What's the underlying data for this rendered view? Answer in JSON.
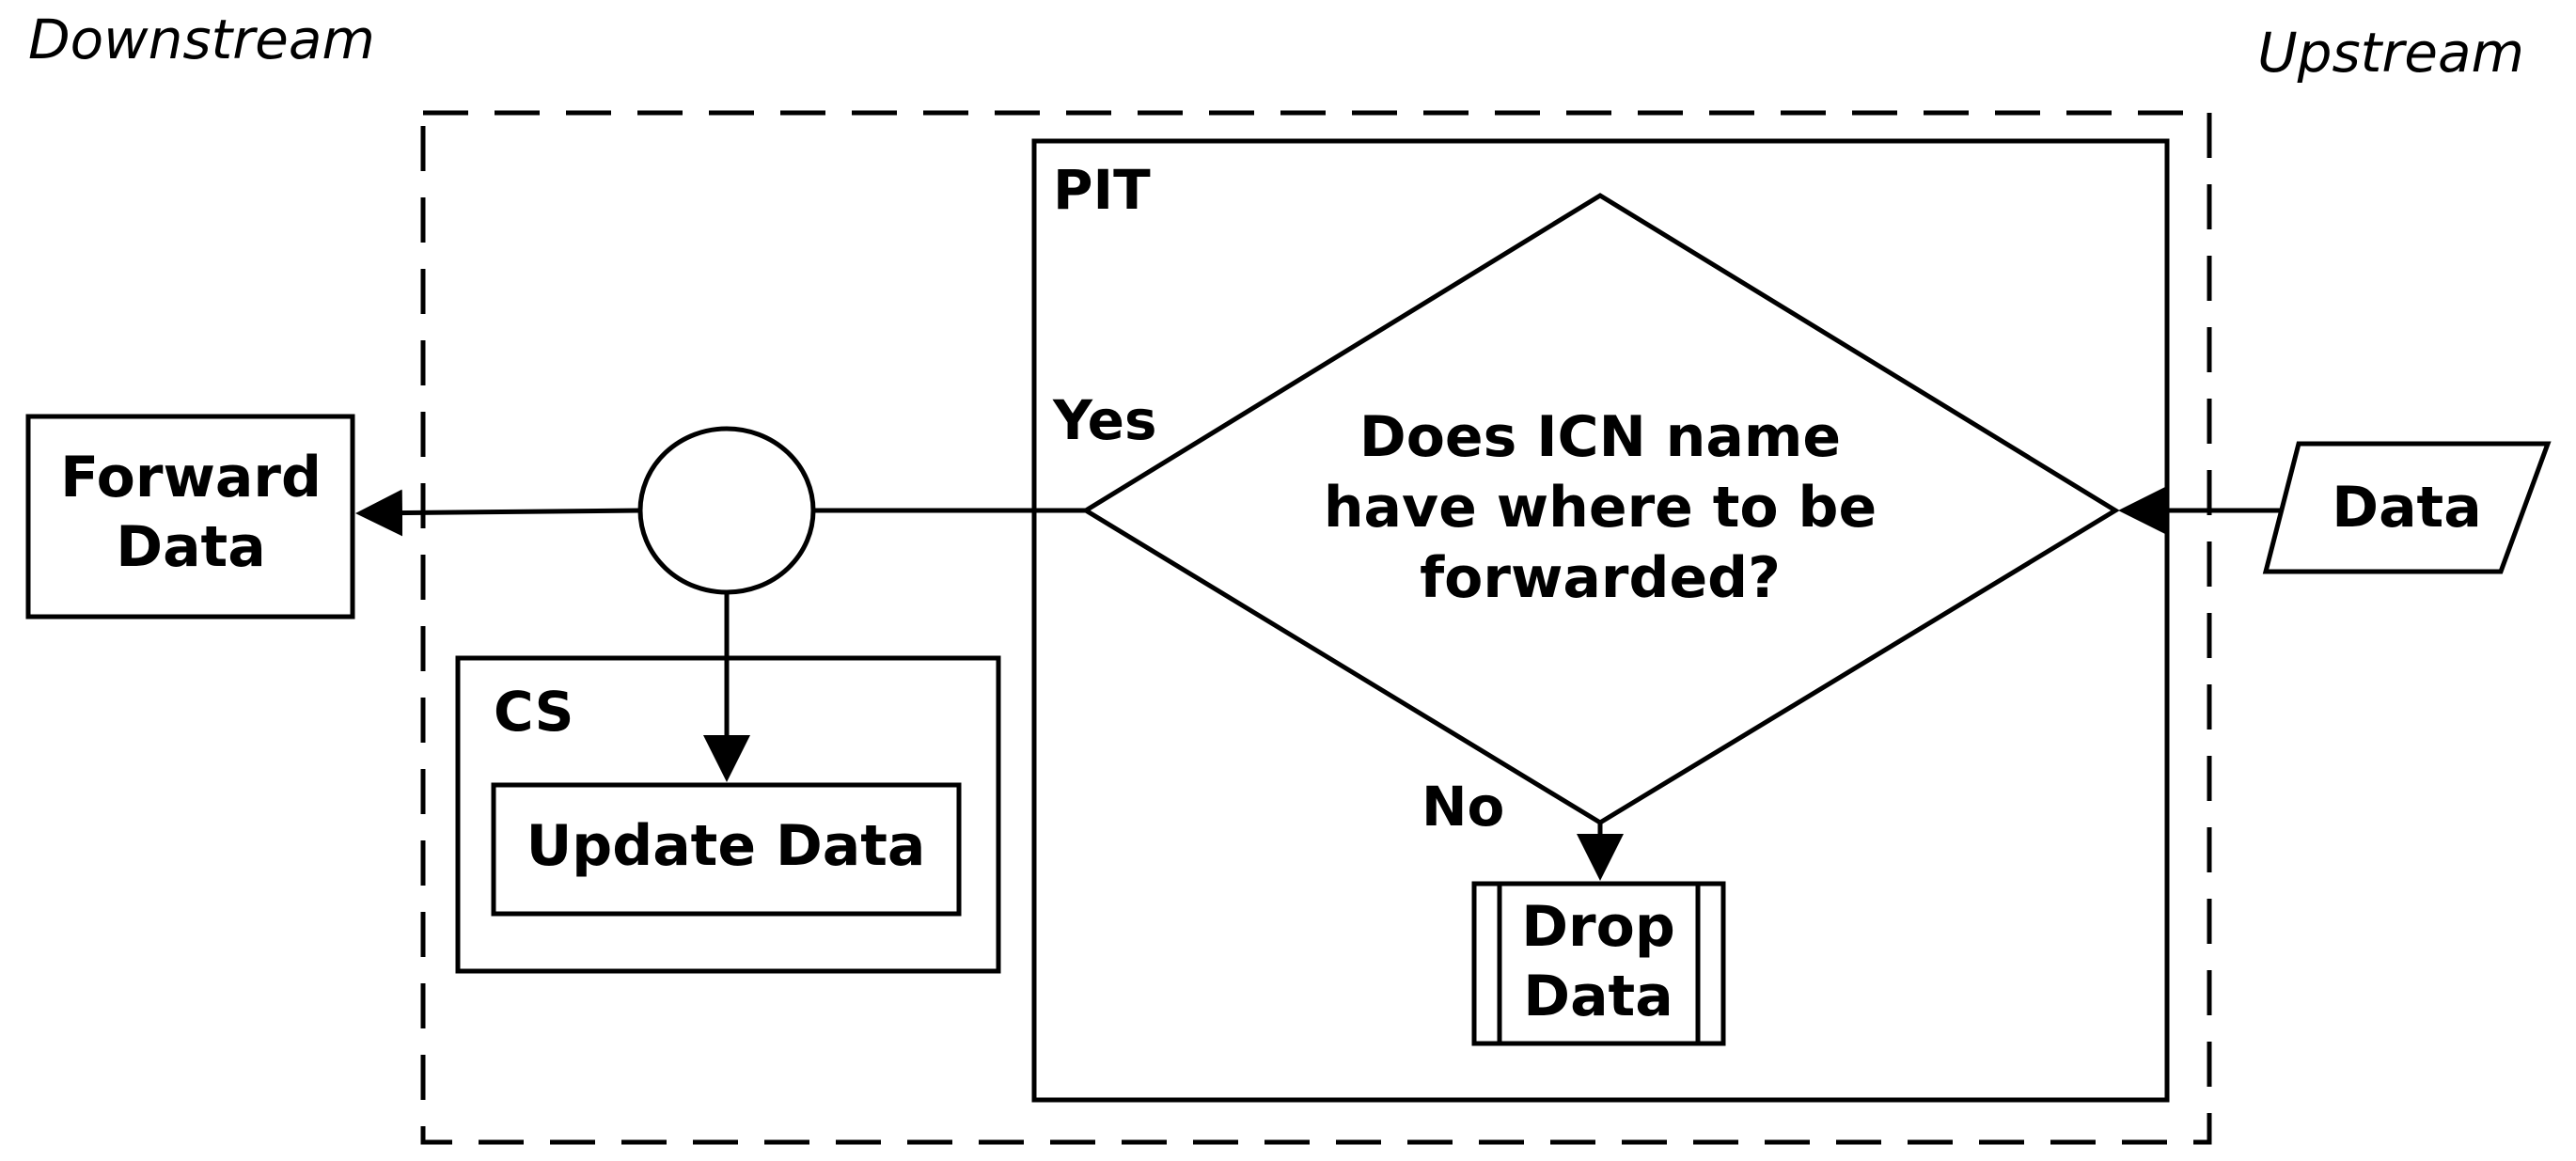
{
  "labels": {
    "downstream": "Downstream",
    "upstream": "Upstream",
    "pit": "PIT",
    "cs": "CS",
    "yes": "Yes",
    "no": "No"
  },
  "nodes": {
    "forward_data": [
      "Forward",
      "Data"
    ],
    "update_data": "Update Data",
    "drop_data": [
      "Drop",
      "Data"
    ],
    "data_input": "Data",
    "decision": [
      "Does ICN name",
      "have where to be",
      "forwarded?"
    ]
  },
  "colors": {
    "stroke": "#000000",
    "background": "#ffffff"
  }
}
